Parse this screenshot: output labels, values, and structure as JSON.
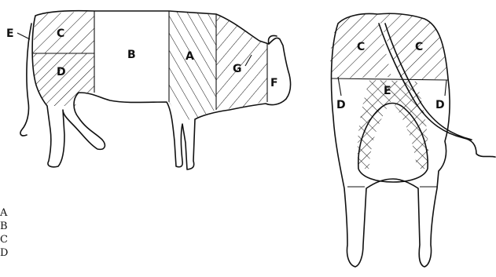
{
  "side_view": {
    "labels": {
      "a": "A",
      "b": "B",
      "c": "C",
      "d": "D",
      "e": "E",
      "f": "F",
      "g": "G"
    }
  },
  "rear_view": {
    "labels": {
      "c_left": "C",
      "c_right": "C",
      "d_left": "D",
      "d_right": "D",
      "e": "E"
    }
  },
  "legend": {
    "items": [
      "A",
      "B",
      "C",
      "D"
    ]
  }
}
